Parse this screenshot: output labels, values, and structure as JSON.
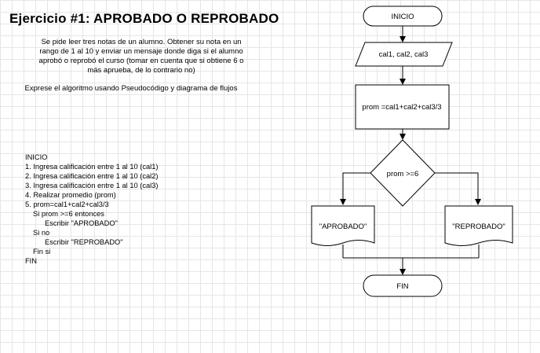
{
  "header": {
    "title": "Ejercicio #1: APROBADO O REPROBADO",
    "description": "Se pide leer tres notas de un alumno. Obtener su nota en un rango de 1 al 10 y enviar un mensaje donde diga si el alumno aprobó o reprobó el curso (tomar en cuenta que si obtiene 6 o más aprueba, de lo contrario no)",
    "instruction": "Exprese el algoritmo usando Pseudocódigo y diagrama de flujos"
  },
  "pseudocode": [
    {
      "text": "INICIO",
      "indent": 0
    },
    {
      "text": "1. Ingresa calificación entre 1 al 10 (cal1)",
      "indent": 0
    },
    {
      "text": "2. Ingresa calificación entre 1 al 10 (cal2)",
      "indent": 0
    },
    {
      "text": "3. Ingresa calificación entre 1 al 10 (cal3)",
      "indent": 0
    },
    {
      "text": "4. Realizar promedio (prom)",
      "indent": 0
    },
    {
      "text": "5. prom=cal1+cal2+cal3/3",
      "indent": 0
    },
    {
      "text": "Si prom >=6 entonces",
      "indent": 1
    },
    {
      "text": "Escribir \"APROBADO\"",
      "indent": 2
    },
    {
      "text": "Si no",
      "indent": 1
    },
    {
      "text": "Escribir \"REPROBADO\"",
      "indent": 2
    },
    {
      "text": "Fin si",
      "indent": 1
    },
    {
      "text": "FIN",
      "indent": 0
    }
  ],
  "flowchart": {
    "start": "INICIO",
    "input": "cal1, cal2, cal3",
    "process": "prom =cal1+cal2+cal3/3",
    "decision": "prom >=6",
    "output_yes": "\"APROBADO\"",
    "output_no": "\"REPROBADO\"",
    "end": "FIN"
  }
}
